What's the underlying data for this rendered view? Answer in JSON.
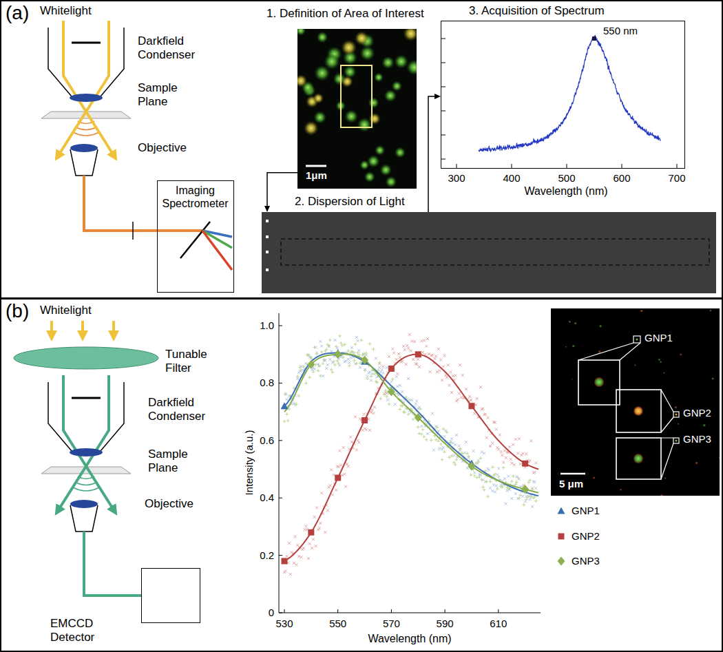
{
  "diagram": {
    "nodes": [
      {
        "text": [
          "(a)"
        ]
      },
      {
        "text": [
          "Imaging Spectrometer"
        ],
        "in": 0
      },
      {
        "text": [
          "1. Definition of Area of Interest",
          "1μm"
        ],
        "in": 0
      },
      {
        "text": [
          "2. Dispersion of Light"
        ],
        "in": 0
      },
      {
        "text": [
          "3. Acquisition of Spectrum"
        ],
        "in": 0
      },
      {
        "text": [
          "(b)"
        ]
      },
      {
        "text": [
          "EMCCD Detector"
        ],
        "in": 5
      },
      {
        "text": [
          "GNP1",
          "GNP2",
          "GNP3",
          "5 μm"
        ],
        "in": 5
      }
    ],
    "edges": [
      {
        "from": 2,
        "to": 3,
        "arrow": "to"
      },
      {
        "from": 3,
        "to": 4,
        "arrow": "to"
      }
    ],
    "labels": [
      "Whitelight",
      "Darkfield Condenser",
      "Sample Plane",
      "Objective",
      "550 nm",
      "300",
      "400",
      "500",
      "600",
      "700",
      "Wavelength (nm)",
      "Whitelight",
      "Tunable Filter",
      "Darkfield Condenser",
      "Sample Plane",
      "Objective",
      "Intensity (a.u.)",
      "0",
      "0.2",
      "0.4",
      "0.6",
      "0.8",
      "1.0",
      "530",
      "550",
      "570",
      "590",
      "610",
      "Wavelength (nm)"
    ],
    "legend": [
      {
        "text": "GNP1"
      },
      {
        "text": "GNP2"
      },
      {
        "text": "GNP3"
      }
    ]
  }
}
